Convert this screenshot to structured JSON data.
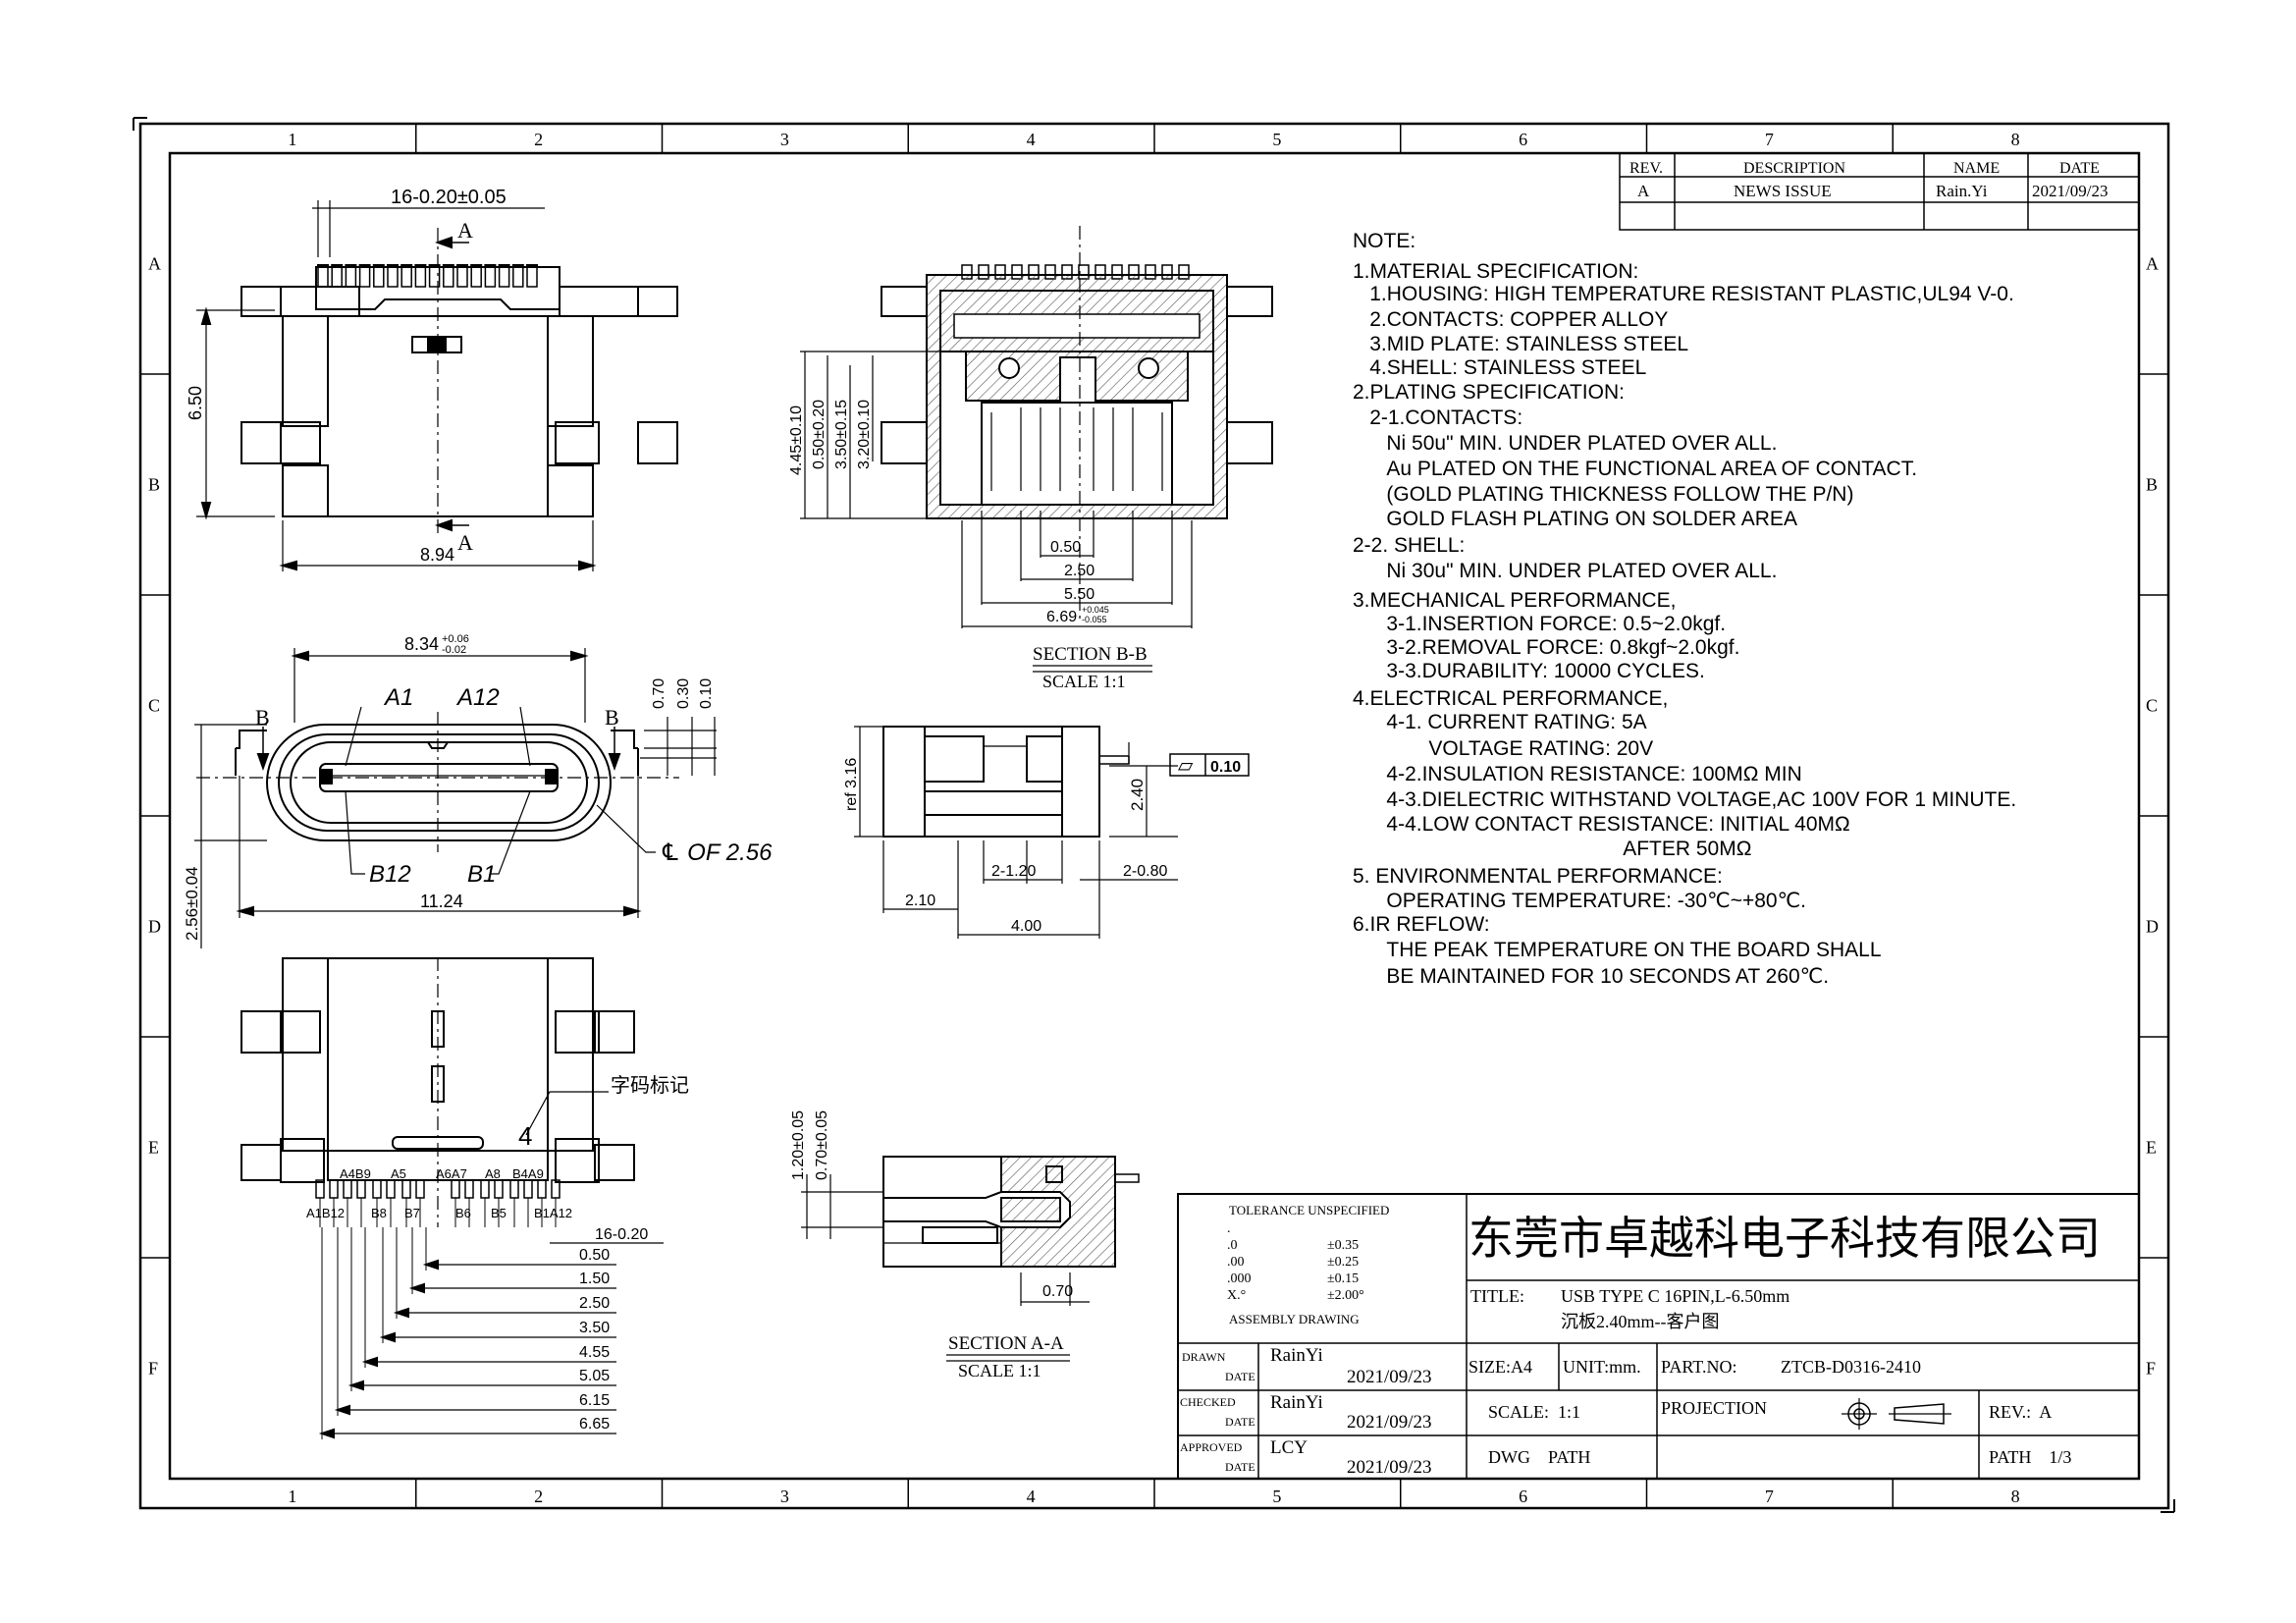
{
  "grid": {
    "columns": [
      "1",
      "2",
      "3",
      "4",
      "5",
      "6",
      "7",
      "8"
    ],
    "rows": [
      "A",
      "B",
      "C",
      "D",
      "E",
      "F"
    ]
  },
  "revision": {
    "headers": {
      "rev": "REV.",
      "description": "DESCRIPTION",
      "name": "NAME",
      "date": "DATE"
    },
    "rows": [
      {
        "rev": "A",
        "description": "NEWS ISSUE",
        "name": "Rain.Yi",
        "date": "2021/09/23"
      }
    ]
  },
  "notes": [
    "NOTE:",
    "1.MATERIAL SPECIFICATION:",
    "  1.HOUSING: HIGH TEMPERATURE RESISTANT PLASTIC,UL94 V-0.",
    "  2.CONTACTS: COPPER ALLOY",
    "  3.MID PLATE: STAINLESS STEEL",
    "  4.SHELL: STAINLESS STEEL",
    "2.PLATING SPECIFICATION:",
    "  2-1.CONTACTS:",
    "    Ni 50u\" MIN. UNDER PLATED OVER ALL.",
    "    Au PLATED ON THE FUNCTIONAL AREA OF CONTACT.",
    "    (GOLD PLATING THICKNESS FOLLOW THE P/N)",
    "    GOLD FLASH PLATING ON SOLDER AREA",
    "2-2. SHELL:",
    "    Ni 30u\" MIN. UNDER PLATED OVER ALL.",
    "3.MECHANICAL PERFORMANCE,",
    "    3-1.INSERTION FORCE: 0.5~2.0kgf.",
    "    3-2.REMOVAL FORCE: 0.8kgf~2.0kgf.",
    "    3-3.DURABILITY: 10000 CYCLES.",
    "4.ELECTRICAL PERFORMANCE,",
    "    4-1. CURRENT RATING: 5A",
    "         VOLTAGE RATING: 20V",
    "    4-2.INSULATION RESISTANCE: 100MΩ MIN",
    "    4-3.DIELECTRIC WITHSTAND VOLTAGE,AC 100V FOR 1 MINUTE.",
    "    4-4.LOW CONTACT RESISTANCE: INITIAL 40MΩ",
    "                                AFTER 50MΩ",
    "5. ENVIRONMENTAL PERFORMANCE:",
    "    OPERATING TEMPERATURE: -30℃~+80℃.",
    "6.IR REFLOW:",
    "    THE PEAK TEMPERATURE ON THE BOARD SHALL",
    "    BE MAINTAINED FOR 10 SECONDS AT 260℃."
  ],
  "top_view": {
    "pin_callout": "16-0.20±0.05",
    "section_mark": "A",
    "height": "6.50",
    "width": "8.94"
  },
  "front_view": {
    "width_main": "8.34",
    "width_tol_upper": "+0.06",
    "width_tol_lower": "-0.02",
    "label_a1": "A1",
    "label_a12": "A12",
    "label_b12": "B12",
    "label_b1": "B1",
    "section_mark": "B",
    "dim_070": "0.70",
    "dim_030": "0.30",
    "dim_010": "0.10",
    "centerline": "℄ OF 2.56",
    "height": "2.56±0.04",
    "width_total": "11.24"
  },
  "section_bb": {
    "dims_vertical": [
      "4.45±0.10",
      "0.50±0.20",
      "3.50±0.15",
      "3.20±0.10"
    ],
    "dims_horizontal": [
      "0.50",
      "2.50",
      "5.50",
      "6.69"
    ],
    "dim_669_tol_upper": "+0.045",
    "dim_669_tol_lower": "-0.055",
    "title": "SECTION B-B",
    "scale": "SCALE 1:1"
  },
  "side_view": {
    "ref": "ref 3.16",
    "height": "2.40",
    "flatness_symbol": "▱",
    "flatness_value": "0.10",
    "dim_pitch_a": "2-1.20",
    "dim_pitch_b": "2-0.80",
    "dim_offset": "2.10",
    "dim_length": "4.00"
  },
  "bottom_view": {
    "annotation": "字码标记",
    "marking": "4",
    "pins_top": [
      "A4B9",
      "A5",
      "A6A7",
      "A8",
      "B4A9"
    ],
    "pins_bottom": [
      "A1B12",
      "B8",
      "B7",
      "B6",
      "B5",
      "B1A12"
    ],
    "pin_width": "16-0.20",
    "offsets": [
      "0.50",
      "1.50",
      "2.50",
      "3.50",
      "4.55",
      "5.05",
      "6.15",
      "6.65"
    ]
  },
  "section_aa": {
    "dim_120": "1.20±0.05",
    "dim_070v": "0.70±0.05",
    "dim_070": "0.70",
    "title": "SECTION A-A",
    "scale": "SCALE 1:1"
  },
  "title_block": {
    "tolerance_title": "TOLERANCE UNSPECIFIED",
    "tolerance_dot": ".",
    "tolerances": [
      {
        "k": ".0",
        "v": "±0.35"
      },
      {
        "k": ".00",
        "v": "±0.25"
      },
      {
        "k": ".000",
        "v": "±0.15"
      },
      {
        "k": "X.°",
        "v": "±2.00°"
      }
    ],
    "assembly": "ASSEMBLY DRAWING",
    "company": "东莞市卓越科电子科技有限公司",
    "title_label": "TITLE:",
    "title_line1": "USB TYPE C 16PIN,L-6.50mm",
    "title_line2": "沉板2.40mm--客户图",
    "drawn_label": "DRAWN",
    "checked_label": "CHECKED",
    "approved_label": "APPROVED",
    "date_label": "DATE",
    "drawn_name": "RainYi",
    "checked_name": "RainYi",
    "approved_name": "LCY",
    "drawn_date": "2021/09/23",
    "checked_date": "2021/09/23",
    "approved_date": "2021/09/23",
    "size": "SIZE:A4",
    "unit": "UNIT:mm.",
    "part_label": "PART.NO:",
    "part_no": "ZTCB-D0316-2410",
    "scale": "SCALE:  1:1",
    "projection": "PROJECTION",
    "rev": "REV.:  A",
    "dwg": "DWG    PATH",
    "path": "PATH    1/3"
  }
}
